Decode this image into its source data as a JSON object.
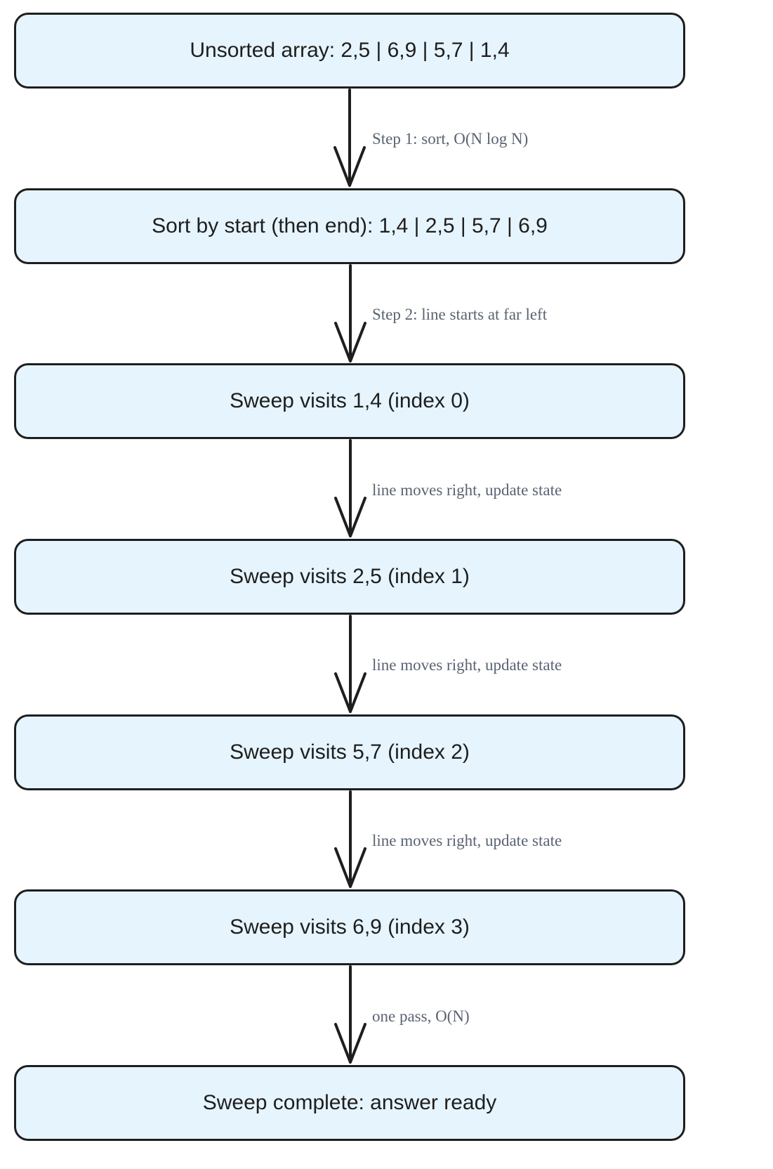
{
  "diagram": {
    "nodes": [
      {
        "label": "Unsorted array: 2,5 | 6,9 | 5,7 | 1,4"
      },
      {
        "label": "Sort by start (then end): 1,4 | 2,5 | 5,7 | 6,9"
      },
      {
        "label": "Sweep visits 1,4 (index 0)"
      },
      {
        "label": "Sweep visits 2,5 (index 1)"
      },
      {
        "label": "Sweep visits 5,7 (index 2)"
      },
      {
        "label": "Sweep visits 6,9 (index 3)"
      },
      {
        "label": "Sweep complete: answer ready"
      }
    ],
    "edges": [
      {
        "from": 0,
        "to": 1,
        "label": "Step 1: sort, O(N log N)"
      },
      {
        "from": 1,
        "to": 2,
        "label": "Step 2: line starts at far left"
      },
      {
        "from": 2,
        "to": 3,
        "label": "line moves right, update state"
      },
      {
        "from": 3,
        "to": 4,
        "label": "line moves right, update state"
      },
      {
        "from": 4,
        "to": 5,
        "label": "line moves right, update state"
      },
      {
        "from": 5,
        "to": 6,
        "label": "one pass, O(N)"
      }
    ],
    "colors": {
      "node_fill": "#e6f4fd",
      "stroke": "#1e1e1e",
      "edge_label": "#5a6372"
    }
  }
}
